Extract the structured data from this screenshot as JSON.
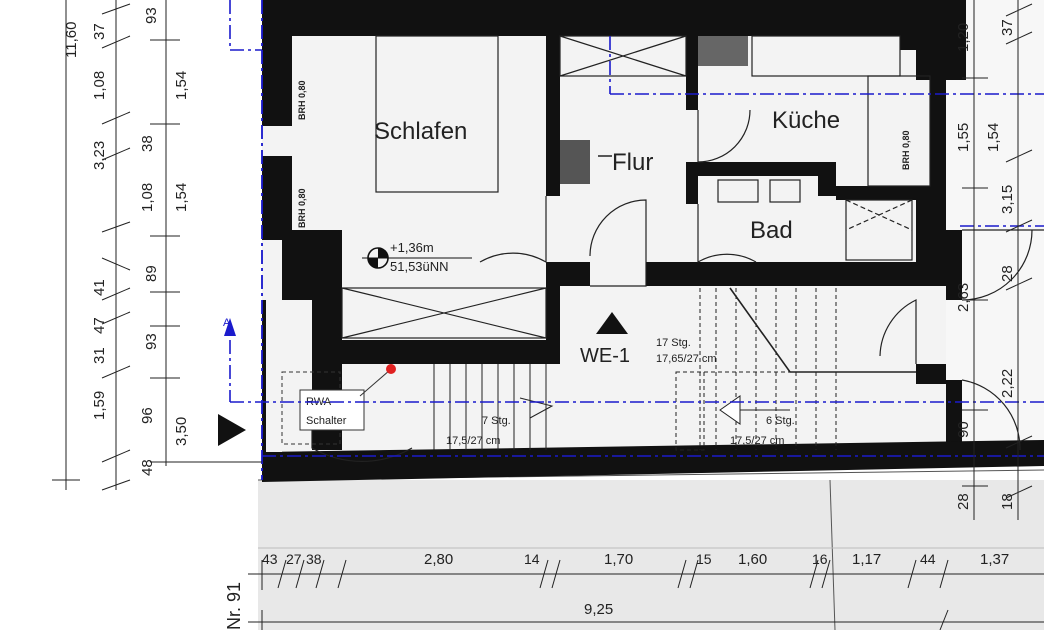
{
  "rooms": {
    "schlafen": "Schlafen",
    "flur": "Flur",
    "kueche": "Küche",
    "bad": "Bad",
    "unit": "WE-1"
  },
  "brh": [
    "BRH 0,80",
    "BRH 0,80",
    "BRH 0,80"
  ],
  "level": {
    "height": "+1,36m",
    "nn": "51,53üNN"
  },
  "stairs": {
    "main": [
      "17 Stg.",
      "17,65/27 cm"
    ],
    "left": [
      "7 Stg.",
      "17,5/27 cm"
    ],
    "right": [
      "6 Stg.",
      "17,5/27 cm"
    ]
  },
  "rwa": [
    "RWA",
    "Schalter"
  ],
  "section_marker": "A",
  "dims_left": {
    "total": "11,60",
    "col_a": [
      "3,23",
      "1,59"
    ],
    "col_b": [
      "37",
      "1,08",
      "38",
      "1,08",
      "41",
      "47",
      "31",
      "96",
      "48"
    ],
    "col_c": [
      "93",
      "1,54",
      "1,54",
      "89",
      "93",
      "3,50"
    ]
  },
  "dims_right": {
    "col_a": [
      "1,20",
      "1,55",
      "2,63",
      "90",
      "28"
    ],
    "col_b": [
      "37",
      "1,54",
      "3,15",
      "28",
      "2,22",
      "18"
    ]
  },
  "dims_bottom": {
    "row": [
      "43",
      "27",
      "38",
      "2,80",
      "14",
      "1,70",
      "15",
      "1,60",
      "16",
      "1,17",
      "44",
      "1,37"
    ],
    "total": "9,25",
    "street": "Nr. 91"
  },
  "colors": {
    "wall": "#111111",
    "section_line": "#1a1acc",
    "rwa_dot": "#e02020",
    "floor": "#f0f0f0"
  }
}
